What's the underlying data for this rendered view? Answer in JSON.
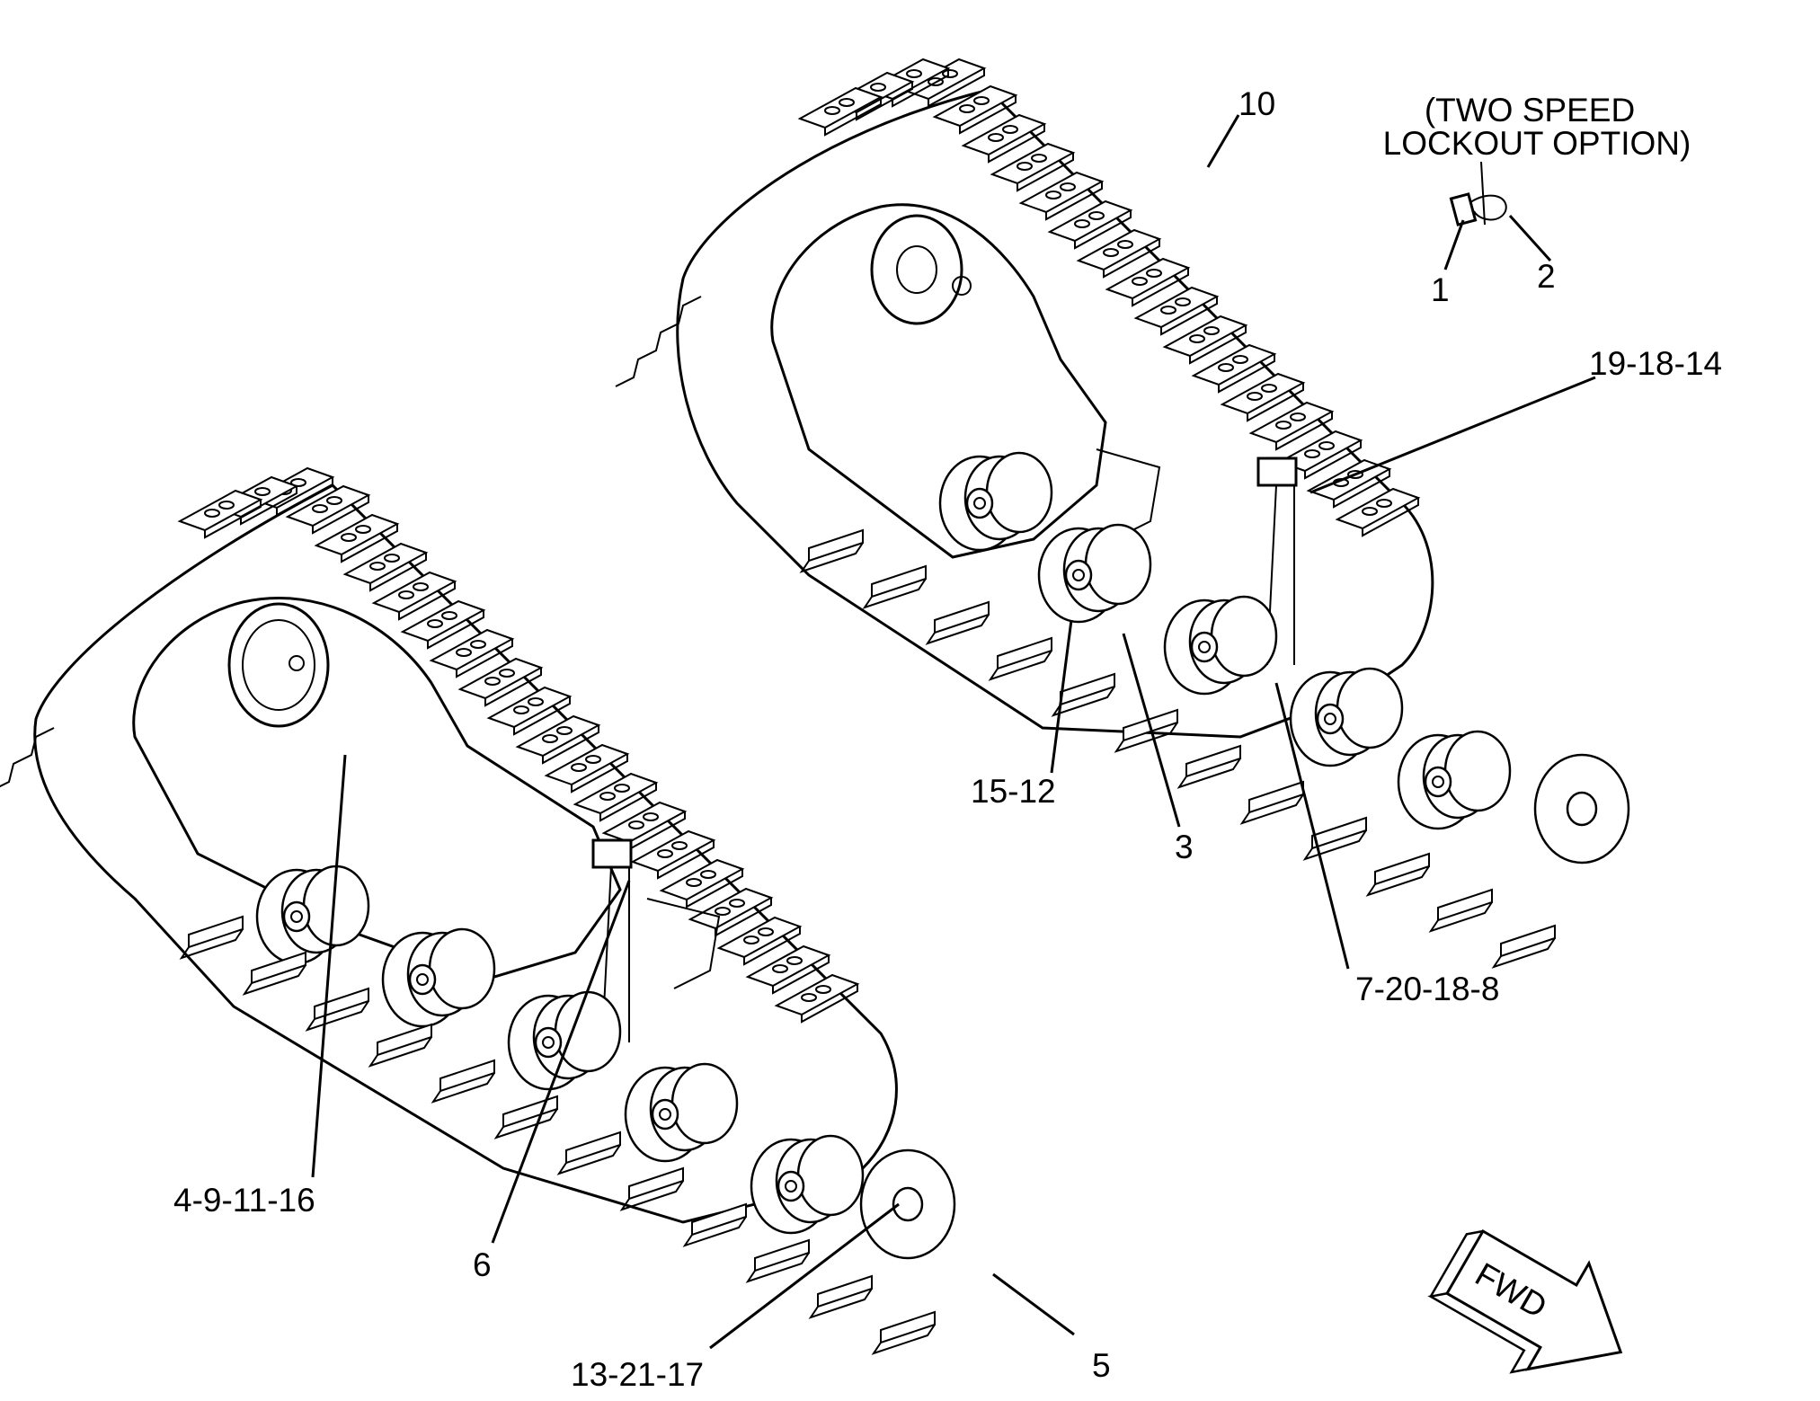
{
  "labels": {
    "option_line1": "(TWO SPEED",
    "option_line2": "LOCKOUT OPTION)",
    "c1": "1",
    "c2": "2",
    "c10": "10",
    "c19_18_14": "19-18-14",
    "c15_12": "15-12",
    "c3": "3",
    "c7_20_18_8": "7-20-18-8",
    "c4_9_11_16": "4-9-11-16",
    "c6": "6",
    "c13_21_17": "13-21-17",
    "c5": "5",
    "fwd": "FWD"
  },
  "parts": {
    "left_track": "left-track-assembly",
    "right_track": "right-track-assembly",
    "lockout_pin": "lockout-pin"
  }
}
